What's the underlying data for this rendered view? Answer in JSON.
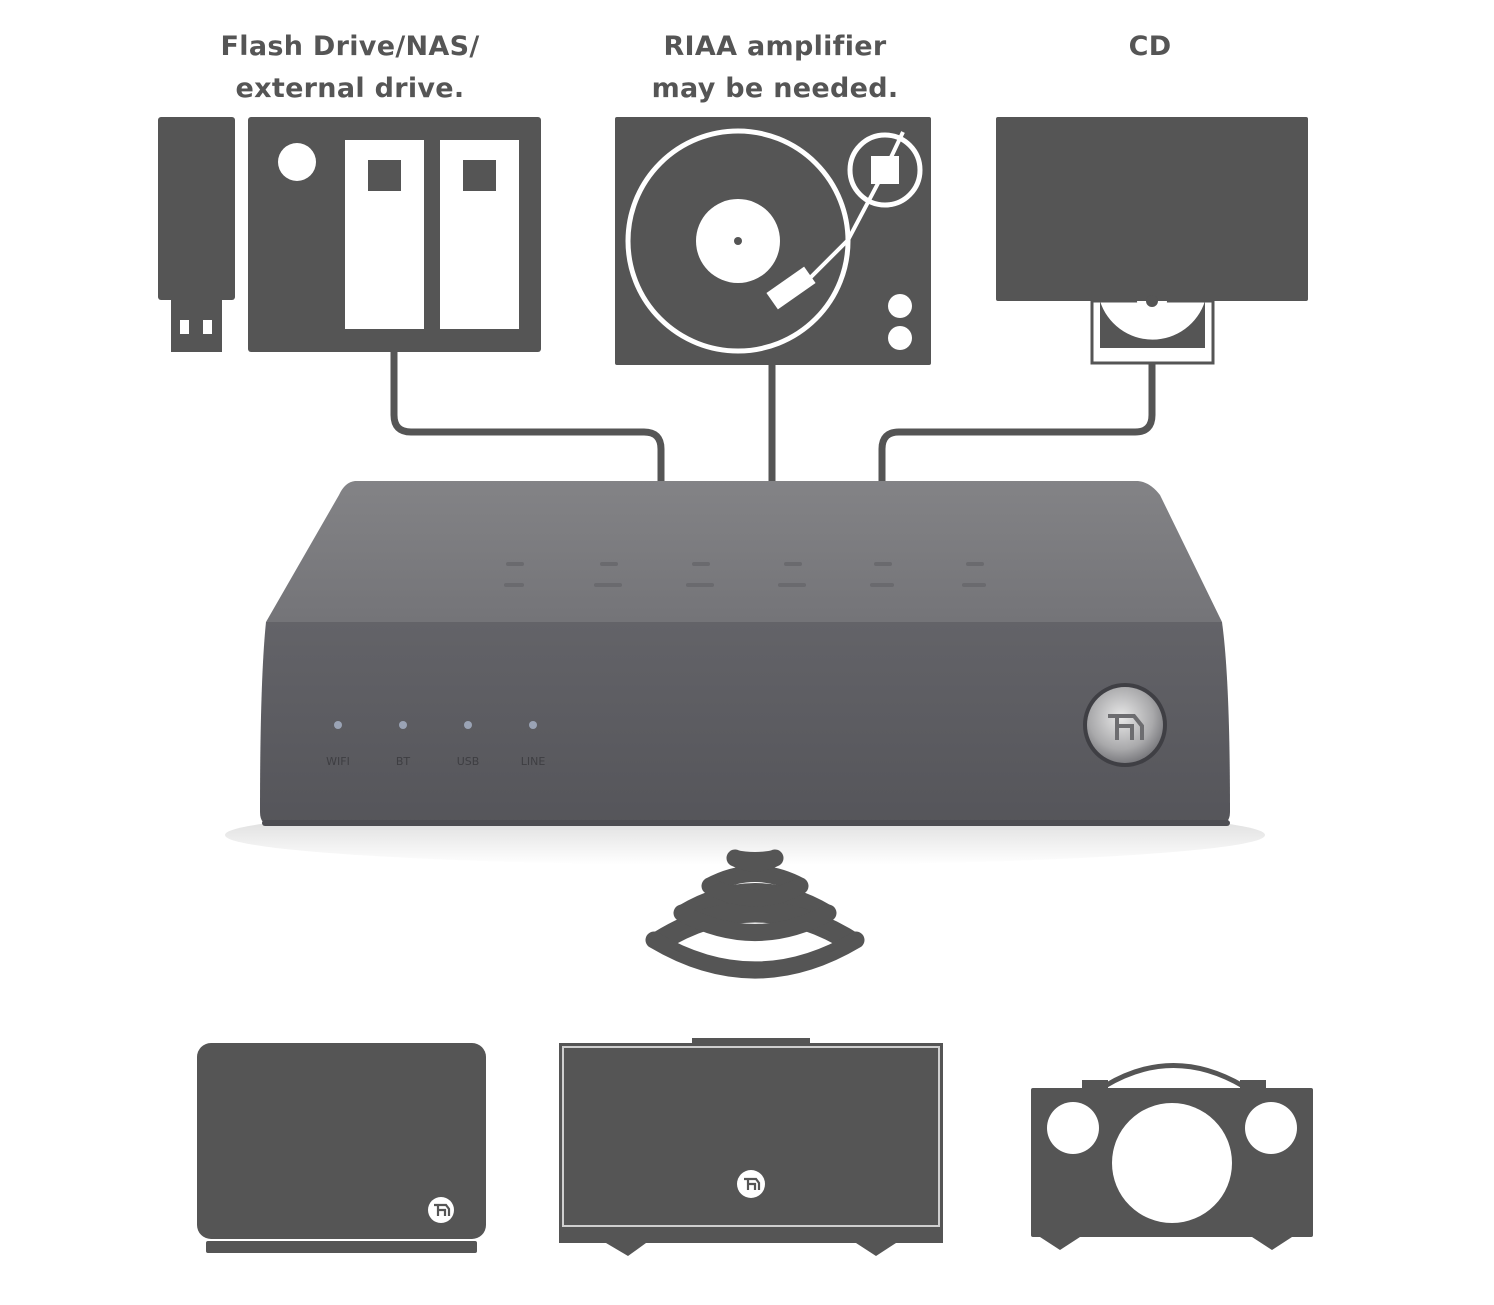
{
  "labels": {
    "flash": [
      "Flash Drive/NAS/",
      "external drive."
    ],
    "riaa": [
      "RIAA amplifier",
      "may be needed."
    ],
    "cd": [
      "CD"
    ]
  },
  "hub": {
    "indicators": [
      "WIFI",
      "BT",
      "USB",
      "LINE"
    ]
  },
  "colors": {
    "icon_fill": "#555555",
    "hub_top": "#7a7a7d",
    "hub_front": "#5b5b60",
    "background": "#ffffff"
  }
}
